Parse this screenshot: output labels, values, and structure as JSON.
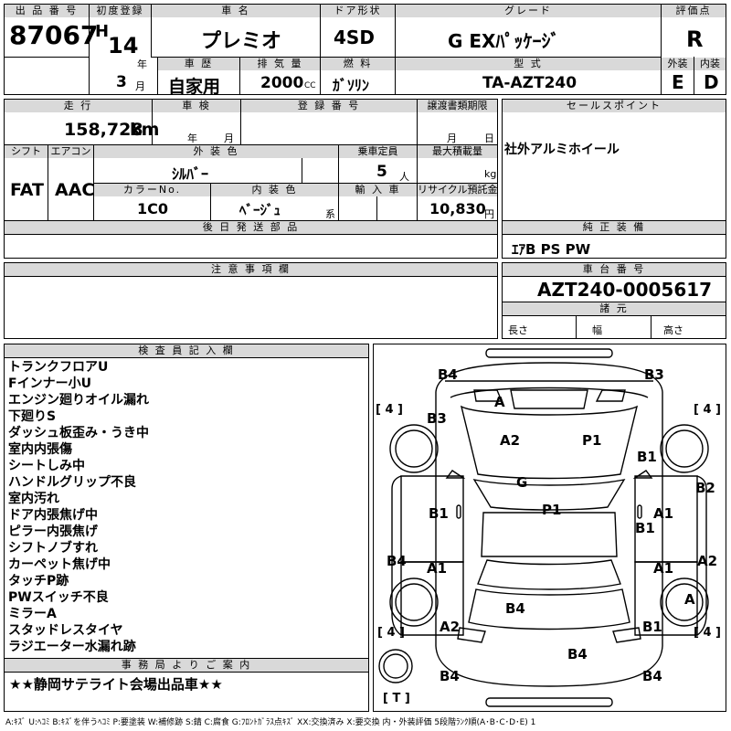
{
  "top": {
    "lot_label": "出 品 番 号",
    "lot_no": "87067",
    "first_reg_label": "初度登録",
    "era": "H",
    "year": "14",
    "year_unit": "年",
    "month": "3",
    "month_unit": "月",
    "name_label": "車 名",
    "name": "プレミオ",
    "door_label": "ドア形状",
    "door": "4SD",
    "grade_label": "グレード",
    "grade": "G EXﾊﾟｯｹｰｼﾞ",
    "score_label": "評価点",
    "score": "R",
    "history_label": "車 歴",
    "history": "自家用",
    "displacement_label": "排 気 量",
    "displacement": "2000",
    "cc": "CC",
    "fuel_label": "燃 料",
    "fuel": "ｶﾞｿﾘﾝ",
    "model_label": "型 式",
    "model": "TA-AZT240",
    "ext_label": "外装",
    "ext": "E",
    "int_label": "内装",
    "int": "D"
  },
  "mid": {
    "mileage_label": "走 行",
    "mileage": "158,728",
    "km": "km",
    "inspect_label": "車 検",
    "year_unit": "年",
    "month_unit": "月",
    "reg_label": "登 録 番 号",
    "transfer_label": "譲渡書類期限",
    "m_unit": "月",
    "d_unit": "日",
    "shift_label": "シフト",
    "shift": "FAT",
    "ac_label": "エアコン",
    "ac": "AAC",
    "color_label": "外 装 色",
    "color": "ｼﾙﾊﾞｰ",
    "capacity_label": "乗車定員",
    "capacity": "5",
    "person": "人",
    "loading_label": "最大積載量",
    "kg": "kg",
    "color_no_label": "カラーNo.",
    "color_no": "1C0",
    "int_color_label": "内 装 色",
    "int_color": "ﾍﾞｰｼﾞｭ",
    "kei": "系",
    "import_label": "輸 入 車",
    "recycle_label": "リサイクル預託金",
    "recycle": "10,830",
    "yen": "円",
    "later_label": "後 日 発 送 部 品",
    "sales_label": "セールスポイント",
    "sales": "社外アルミホイール",
    "equip_label": "純 正 装 備",
    "equip": "ｴｱB PS PW"
  },
  "notes": {
    "caution_label": "注 意 事 項 欄",
    "chassis_label": "車 台 番 号",
    "chassis": "AZT240-0005617",
    "dims_label": "諸 元",
    "length": "長さ",
    "width": "幅",
    "height": "高さ"
  },
  "inspector": {
    "label": "検 査 員 記 入 欄",
    "items": [
      "トランクフロアU",
      "Fインナー小U",
      "エンジン廻りオイル漏れ",
      "下廻りS",
      "ダッシュ板歪み・うき中",
      "室内内張傷",
      "シートしみ中",
      "ハンドルグリップ不良",
      "室内汚れ",
      "ドア内張焦げ中",
      "ピラー内張焦げ",
      "シフトノブすれ",
      "カーペット焦げ中",
      "タッチP跡",
      "PWスイッチ不良",
      "ミラーA",
      "スタッドレスタイヤ",
      "ラジエーター水漏れ跡"
    ],
    "office_label": "事 務 局 よ り ご 案 内",
    "office": "★★静岡サテライト会場出品車★★"
  },
  "diagram": {
    "marks": [
      "B4",
      "B3",
      "A",
      "B3",
      "A2",
      "P1",
      "B1",
      "G",
      "B2",
      "B1",
      "P1",
      "A1",
      "B1",
      "B4",
      "A1",
      "A1",
      "A2",
      "A",
      "B4",
      "A2",
      "B1",
      "B4",
      "B4",
      "B4"
    ],
    "tires": [
      "[ 4 ]",
      "[ 4 ]",
      "[ 4 ]",
      "[ 4 ]",
      "[ T ]"
    ]
  },
  "legend": "A:ｷｽﾞ U:ﾍｺﾐ B:ｷｽﾞを伴うﾍｺﾐ P:要塗装 W:補修跡 S:錆 C:腐食 G:ﾌﾛﾝﾄｶﾞﾗｽ点ｷｽﾞ XX:交換済み X:要交換 内・外装評価 5段階ﾗﾝｸ順(A･B･C･D･E) 1"
}
